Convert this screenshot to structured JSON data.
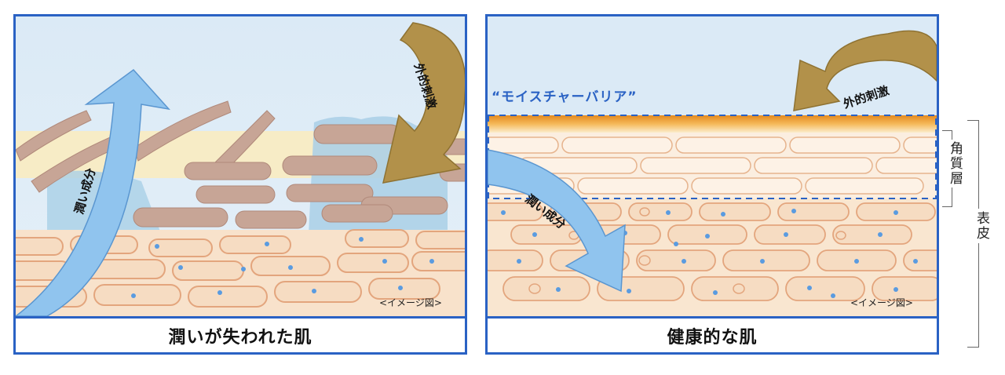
{
  "panels": {
    "left": {
      "caption": "潤いが失われた肌",
      "image_note": "<イメージ図>",
      "moisture_arrow_label": "潤い成分",
      "stimulus_arrow_label": "外的刺激"
    },
    "right": {
      "caption": "健康的な肌",
      "image_note": "<イメージ図>",
      "moisture_barrier_label": "“モイスチャーバリア”",
      "moisture_arrow_label": "潤い成分",
      "stimulus_arrow_label": "外的刺激"
    }
  },
  "side_labels": {
    "stratum_corneum": "角質層",
    "epidermis": "表皮"
  },
  "colors": {
    "frame_blue": "#2a62c4",
    "sky": "#dbeaf6",
    "cell_peach": "#f6dcc2",
    "cell_outline": "#e3a57d",
    "flake_brown": "#c7a596",
    "moisture_arrow": "#90c4ee",
    "stimulus_arrow": "#b2914a",
    "barrier_orange": "#f0a63a",
    "dot_blue": "#5a9be0"
  }
}
